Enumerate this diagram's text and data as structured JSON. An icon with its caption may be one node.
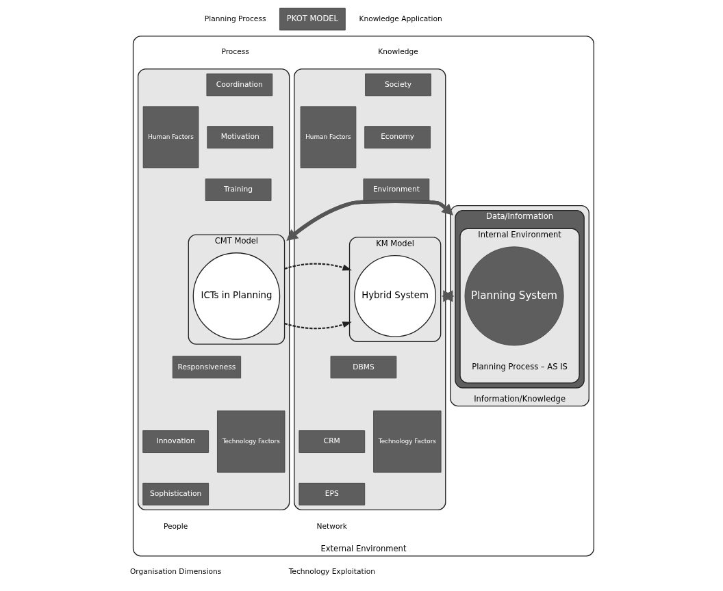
{
  "diagram": {
    "nodes": [
      {
        "text": [
          "External Environment"
        ]
      },
      {
        "text": [],
        "shape": "box",
        "in": 0
      },
      {
        "text": [
          "CMT Model"
        ],
        "in": 1
      },
      {
        "text": [
          "Human Factors"
        ],
        "in": 1
      },
      {
        "text": [
          "Coordination"
        ],
        "in": 1
      },
      {
        "text": [
          "Motivation"
        ],
        "in": 1
      },
      {
        "text": [
          "Training"
        ],
        "in": 1
      },
      {
        "text": [
          "ICTs in Planning"
        ],
        "in": 2
      },
      {
        "text": [
          "Technology Factors"
        ],
        "in": 1
      },
      {
        "text": [
          "Responsiveness"
        ],
        "in": 1
      },
      {
        "text": [
          "Innovation"
        ],
        "in": 1
      },
      {
        "text": [
          "Sophistication"
        ],
        "in": 1
      },
      {
        "text": [
          "Information/Knowledge"
        ],
        "in": 0
      },
      {
        "text": [
          "Data/Information"
        ],
        "in": 12
      },
      {
        "text": [
          "Internal Environment",
          "Planning Process – AS IS"
        ],
        "in": 13
      },
      {
        "text": [
          "Planning System"
        ],
        "in": 14
      },
      {
        "text": [],
        "shape": "box",
        "in": 0
      },
      {
        "text": [
          "KM Model"
        ],
        "in": 16
      },
      {
        "text": [
          "Human Factors"
        ],
        "in": 16
      },
      {
        "text": [
          "Society"
        ],
        "in": 16
      },
      {
        "text": [
          "Economy"
        ],
        "in": 16
      },
      {
        "text": [
          "Environment"
        ],
        "in": 16
      },
      {
        "text": [
          "Hybrid System"
        ],
        "in": 17
      },
      {
        "text": [
          "Technology Factors"
        ],
        "in": 16
      },
      {
        "text": [
          "DBMS"
        ],
        "in": 16
      },
      {
        "text": [
          "CRM"
        ],
        "in": 16
      },
      {
        "text": [
          "EPS"
        ],
        "in": 16
      },
      {
        "text": [
          "PKOT MODEL"
        ]
      }
    ],
    "edges": [
      {
        "from": 2,
        "to": 17,
        "arrow": "to",
        "style": "dashed"
      },
      {
        "from": 1,
        "to": 12,
        "arrow": "to",
        "style": "thick"
      },
      {
        "from": 12,
        "to": 16,
        "arrow": "to",
        "style": "thick"
      },
      {
        "from": 16,
        "to": 12,
        "arrow": "to",
        "style": "thick"
      },
      {
        "from": 12,
        "to": 1,
        "arrow": "to",
        "style": "thick"
      },
      {
        "from": 2,
        "to": 17,
        "arrow": "to",
        "style": "dashed"
      }
    ],
    "labels": [
      "Planning Process",
      "Knowledge Application",
      "Process",
      "Knowledge",
      "People",
      "Network",
      "Organisation Dimensions",
      "Technology Exploitation"
    ]
  }
}
